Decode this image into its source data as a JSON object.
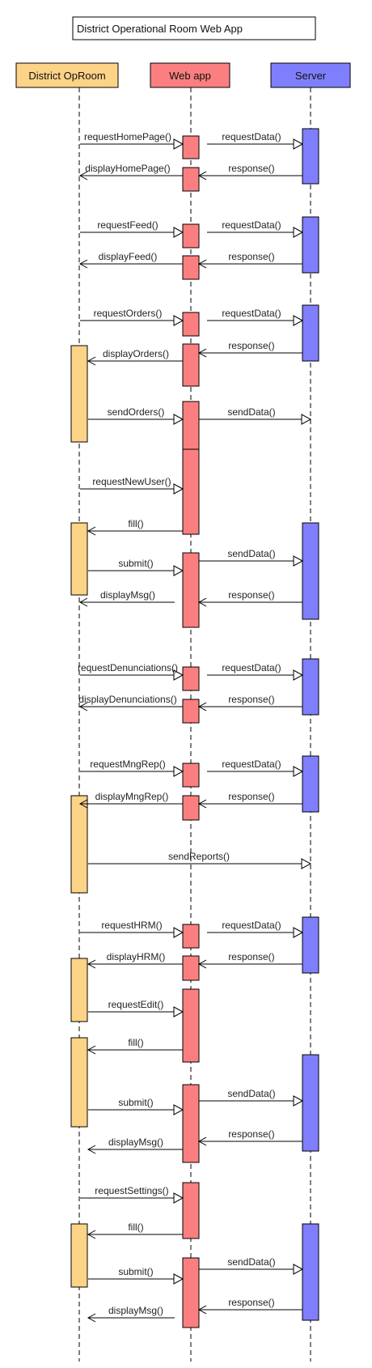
{
  "title": "District Operational Room Web App",
  "participants": [
    {
      "id": "oproom",
      "label": "District OpRoom",
      "color": "#fdd387"
    },
    {
      "id": "webapp",
      "label": "Web app",
      "color": "#fb7f80"
    },
    {
      "id": "server",
      "label": "Server",
      "color": "#7f7ffd"
    }
  ],
  "messages": [
    {
      "label": "requestHomePage()",
      "from": "oproom",
      "to": "webapp",
      "type": "call"
    },
    {
      "label": "requestData()",
      "from": "webapp",
      "to": "server",
      "type": "call"
    },
    {
      "label": "displayHomePage()",
      "from": "webapp",
      "to": "oproom",
      "type": "return"
    },
    {
      "label": "response()",
      "from": "server",
      "to": "webapp",
      "type": "return"
    },
    {
      "label": "requestFeed()",
      "from": "oproom",
      "to": "webapp",
      "type": "call"
    },
    {
      "label": "requestData()",
      "from": "webapp",
      "to": "server",
      "type": "call"
    },
    {
      "label": "displayFeed()",
      "from": "webapp",
      "to": "oproom",
      "type": "return"
    },
    {
      "label": "response()",
      "from": "server",
      "to": "webapp",
      "type": "return"
    },
    {
      "label": "requestOrders()",
      "from": "oproom",
      "to": "webapp",
      "type": "call"
    },
    {
      "label": "requestData()",
      "from": "webapp",
      "to": "server",
      "type": "call"
    },
    {
      "label": "displayOrders()",
      "from": "webapp",
      "to": "oproom",
      "type": "return"
    },
    {
      "label": "response()",
      "from": "server",
      "to": "webapp",
      "type": "return"
    },
    {
      "label": "sendOrders()",
      "from": "oproom",
      "to": "webapp",
      "type": "call"
    },
    {
      "label": "sendData()",
      "from": "webapp",
      "to": "server",
      "type": "call"
    },
    {
      "label": "requestNewUser()",
      "from": "oproom",
      "to": "webapp",
      "type": "call"
    },
    {
      "label": "fill()",
      "from": "webapp",
      "to": "oproom",
      "type": "return"
    },
    {
      "label": "submit()",
      "from": "oproom",
      "to": "webapp",
      "type": "call"
    },
    {
      "label": "sendData()",
      "from": "webapp",
      "to": "server",
      "type": "call"
    },
    {
      "label": "displayMsg()",
      "from": "webapp",
      "to": "oproom",
      "type": "return"
    },
    {
      "label": "response()",
      "from": "server",
      "to": "webapp",
      "type": "return"
    },
    {
      "label": "requestDenunciations()",
      "from": "oproom",
      "to": "webapp",
      "type": "call"
    },
    {
      "label": "requestData()",
      "from": "webapp",
      "to": "server",
      "type": "call"
    },
    {
      "label": "displayDenunciations()",
      "from": "webapp",
      "to": "oproom",
      "type": "return"
    },
    {
      "label": "response()",
      "from": "server",
      "to": "webapp",
      "type": "return"
    },
    {
      "label": "requestMngRep()",
      "from": "oproom",
      "to": "webapp",
      "type": "call"
    },
    {
      "label": "requestData()",
      "from": "webapp",
      "to": "server",
      "type": "call"
    },
    {
      "label": "displayMngRep()",
      "from": "webapp",
      "to": "oproom",
      "type": "return"
    },
    {
      "label": "response()",
      "from": "server",
      "to": "webapp",
      "type": "return"
    },
    {
      "label": "sendReports()",
      "from": "oproom",
      "to": "server",
      "type": "call"
    },
    {
      "label": "requestHRM()",
      "from": "oproom",
      "to": "webapp",
      "type": "call"
    },
    {
      "label": "requestData()",
      "from": "webapp",
      "to": "server",
      "type": "call"
    },
    {
      "label": "displayHRM()",
      "from": "webapp",
      "to": "oproom",
      "type": "return"
    },
    {
      "label": "response()",
      "from": "server",
      "to": "webapp",
      "type": "return"
    },
    {
      "label": "requestEdit()",
      "from": "oproom",
      "to": "webapp",
      "type": "call"
    },
    {
      "label": "fill()",
      "from": "webapp",
      "to": "oproom",
      "type": "return"
    },
    {
      "label": "submit()",
      "from": "oproom",
      "to": "webapp",
      "type": "call"
    },
    {
      "label": "sendData()",
      "from": "webapp",
      "to": "server",
      "type": "call"
    },
    {
      "label": "displayMsg()",
      "from": "webapp",
      "to": "oproom",
      "type": "return"
    },
    {
      "label": "response()",
      "from": "server",
      "to": "webapp",
      "type": "return"
    },
    {
      "label": "requestSettings()",
      "from": "oproom",
      "to": "webapp",
      "type": "call"
    },
    {
      "label": "fill()",
      "from": "webapp",
      "to": "oproom",
      "type": "return"
    },
    {
      "label": "submit()",
      "from": "oproom",
      "to": "webapp",
      "type": "call"
    },
    {
      "label": "sendData()",
      "from": "webapp",
      "to": "server",
      "type": "call"
    },
    {
      "label": "displayMsg()",
      "from": "webapp",
      "to": "oproom",
      "type": "return"
    },
    {
      "label": "response()",
      "from": "server",
      "to": "webapp",
      "type": "return"
    }
  ]
}
